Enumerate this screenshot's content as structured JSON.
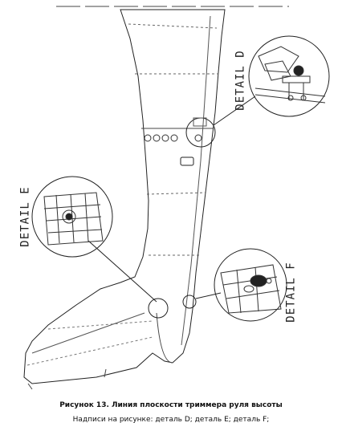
{
  "figure": {
    "detail_d_label": "DETAIL D",
    "detail_e_label": "DETAIL E",
    "detail_f_label": "DETAIL F",
    "caption": "Рисунок 13. Линия плоскости триммера руля высоты",
    "subcaption": "Надписи на рисунке: деталь D; деталь E; деталь F;"
  }
}
